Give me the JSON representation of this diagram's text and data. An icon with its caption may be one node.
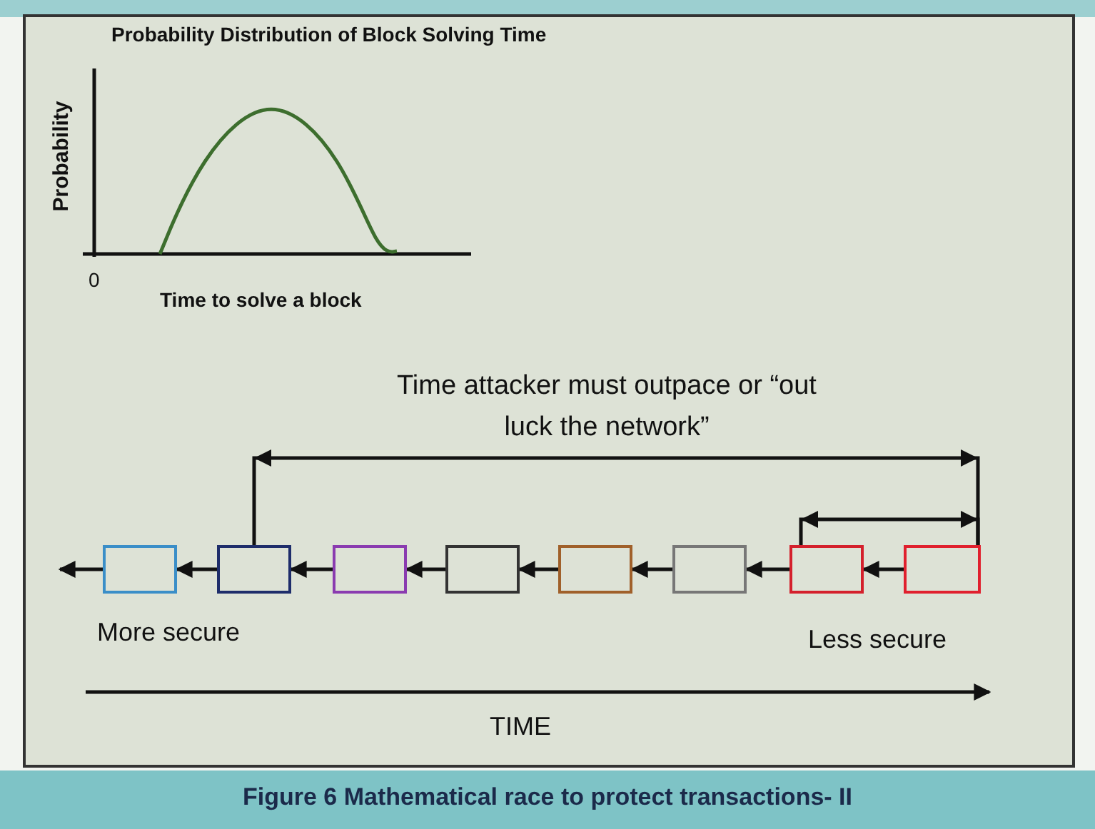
{
  "diagram": {
    "caption": "Figure 6 Mathematical race to protect transactions- II",
    "nodes": [
      {
        "text": [],
        "shape": "box"
      },
      {
        "text": [],
        "shape": "box"
      },
      {
        "text": [],
        "shape": "box"
      },
      {
        "text": [],
        "shape": "box"
      },
      {
        "text": [],
        "shape": "box"
      },
      {
        "text": [],
        "shape": "box"
      },
      {
        "text": [],
        "shape": "box"
      },
      {
        "text": [],
        "shape": "box"
      }
    ],
    "edges": [
      {
        "from": 0,
        "to": null,
        "arrow": "to"
      },
      {
        "from": 1,
        "to": 0,
        "arrow": "to"
      },
      {
        "from": 2,
        "to": 1,
        "arrow": "to"
      },
      {
        "from": 3,
        "to": 2,
        "arrow": "to"
      },
      {
        "from": 4,
        "to": 3,
        "arrow": "to"
      },
      {
        "from": 5,
        "to": 4,
        "arrow": "to"
      },
      {
        "from": 6,
        "to": 5,
        "arrow": "to"
      },
      {
        "from": 7,
        "to": 6,
        "arrow": "to"
      },
      {
        "from": 1,
        "to": 7,
        "arrow": "both"
      },
      {
        "from": 6,
        "to": 7,
        "arrow": "both"
      }
    ],
    "labels": [
      "Probability Distribution of Block Solving Time",
      "Probability",
      "0",
      "Time to solve a block",
      "Time attacker must outpace or “out luck the network”",
      "More secure",
      "Less secure",
      "TIME"
    ]
  }
}
